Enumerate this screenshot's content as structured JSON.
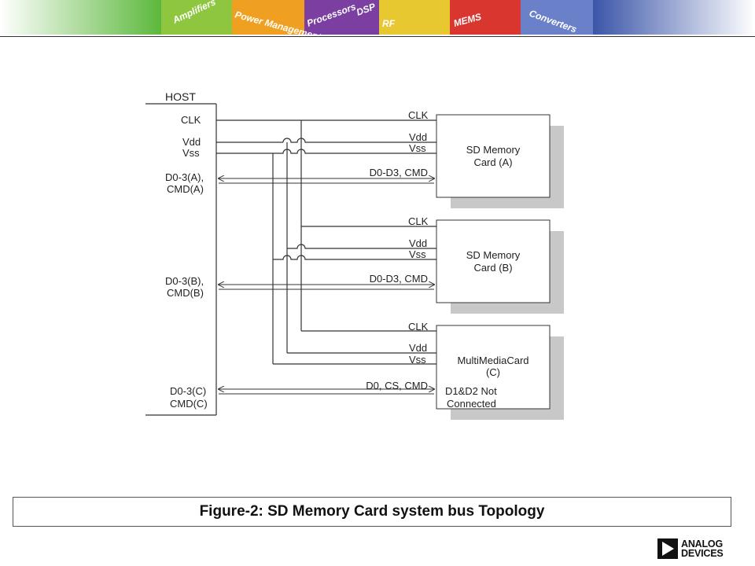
{
  "banner": {
    "segments": [
      "Amplifiers",
      "Power Management",
      "Processors",
      "DSP",
      "RF",
      "MEMS",
      "Converters"
    ]
  },
  "diagram": {
    "host": {
      "title": "HOST",
      "clk": "CLK",
      "vdd": "Vdd",
      "vss": "Vss",
      "d_a_1": "D0-3(A),",
      "d_a_2": "CMD(A)",
      "d_b_1": "D0-3(B),",
      "d_b_2": "CMD(B)",
      "d_c_1": "D0-3(C)",
      "d_c_2": "CMD(C)"
    },
    "cards": [
      {
        "name_1": "SD Memory",
        "name_2": "Card (A)",
        "clk": "CLK",
        "vdd": "Vdd",
        "vss": "Vss",
        "bus": "D0-D3, CMD"
      },
      {
        "name_1": "SD Memory",
        "name_2": "Card (B)",
        "clk": "CLK",
        "vdd": "Vdd",
        "vss": "Vss",
        "bus": "D0-D3, CMD"
      },
      {
        "name_1": "MultiMediaCard",
        "name_2": "(C)",
        "note_1": "D1&D2 Not",
        "note_2": "Connected",
        "clk": "CLK",
        "vdd": "Vdd",
        "vss": "Vss",
        "bus": "D0, CS, CMD"
      }
    ]
  },
  "caption": "Figure-2: SD Memory Card system bus Topology",
  "logo": {
    "line1": "ANALOG",
    "line2": "DEVICES"
  },
  "colors": {
    "banner_green": "#4caf3a",
    "banner_blue": "#3a4fa8",
    "card_shadow": "#c8c8c8"
  }
}
